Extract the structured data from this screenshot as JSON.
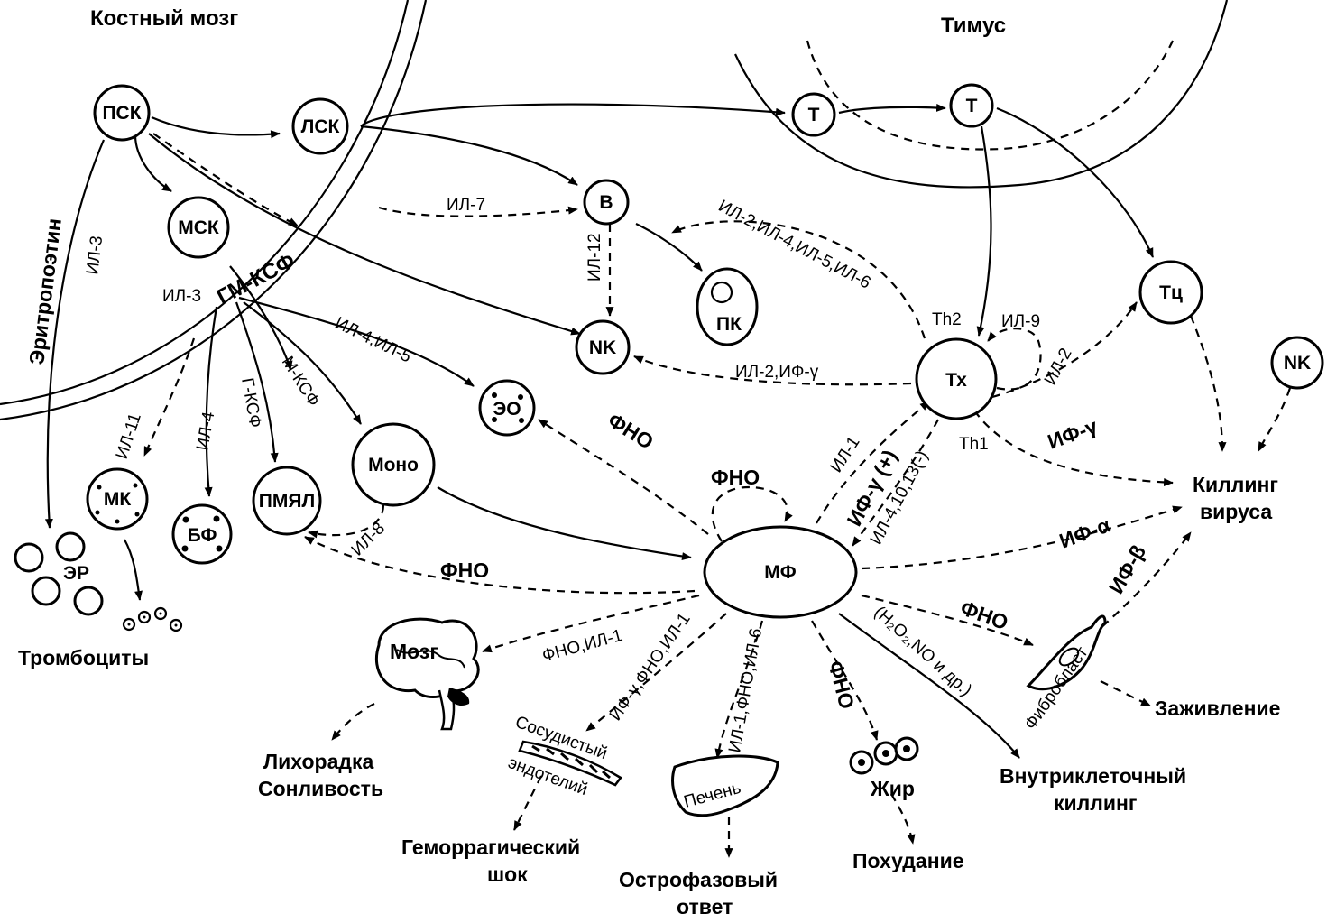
{
  "regions": {
    "bone_marrow": "Костный мозг",
    "thymus": "Тимус"
  },
  "cells": {
    "psk": "ПСК",
    "lsk": "ЛСК",
    "msk": "МСК",
    "t1": "Т",
    "t2": "Т",
    "b": "В",
    "pk": "ПК",
    "nk1": "NK",
    "nk2": "NK",
    "tx": "Тх",
    "tc": "Тц",
    "eo": "ЭО",
    "mono": "Моно",
    "mk": "МК",
    "bf": "БФ",
    "pmyal": "ПМЯЛ",
    "mf": "МФ",
    "er": "ЭР",
    "th2": "Th2",
    "th1": "Th1"
  },
  "edge_labels": {
    "erythropoietin": "Эритропоэтин",
    "il3_left": "ИЛ-3",
    "il3_msk": "ИЛ-3",
    "gm_csf": "ГМ-КСФ",
    "il7": "ИЛ-7",
    "il12": "ИЛ-12",
    "il2_4_5_6": "ИЛ-2,ИЛ-4,ИЛ-5,ИЛ-6",
    "il9": "ИЛ-9",
    "il2_ifg": "ИЛ-2,ИФ-γ",
    "il2_tc": "ИЛ-2",
    "il4_il5": "ИЛ-4,ИЛ-5",
    "il11": "ИЛ-11",
    "il4": "ИЛ-4",
    "g_csf": "Г-КСФ",
    "m_csf": "М-КСФ",
    "tnf_eo": "ФНО",
    "tnf_self": "ФНО",
    "il1_tx": "ИЛ-1",
    "ifg_plus": "ИФ-γ (+)",
    "il4_10_13": "ИЛ-4,10,13(-)",
    "if_gamma_kill": "ИФ-γ",
    "if_alpha": "ИФ-α",
    "if_beta": "ИФ-β",
    "il8": "ИЛ-8",
    "tnf_pmyal": "ФНО",
    "tnf_il1_brain": "ФНО,ИЛ-1",
    "ifg_tnf_il1": "ИФ-γ,ФНО,ИЛ-1",
    "il1_tnf_il6": "ИЛ-1,ФНО,ИЛ-6",
    "tnf_fat": "ФНО",
    "tnf_fibro": "ФНО",
    "h2o2_no": "(H₂O₂,NO и др.)"
  },
  "outcomes": {
    "platelets": "Тромбоциты",
    "virus_kill_1": "Киллинг",
    "virus_kill_2": "вируса",
    "brain": "Мозг",
    "fever": "Лихорадка",
    "sleep": "Сонливость",
    "vascular_1": "Сосудистый",
    "vascular_2": "эндотелий",
    "hemorrhagic_1": "Геморрагический",
    "hemorrhagic_2": "шок",
    "liver": "Печень",
    "acute_1": "Острофазовый",
    "acute_2": "ответ",
    "fat": "Жир",
    "weight_loss": "Похудание",
    "fibroblast": "Фибробласт",
    "healing": "Заживление",
    "intracell_1": "Внутриклеточный",
    "intracell_2": "киллинг"
  }
}
